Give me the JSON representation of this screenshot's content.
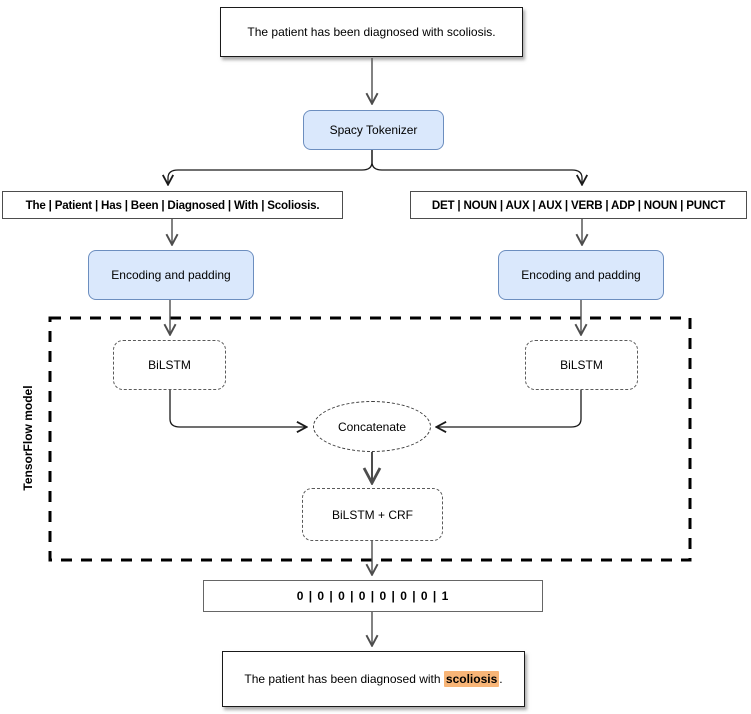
{
  "diagram": {
    "container_label": "TensorFlow model",
    "nodes": {
      "input": {
        "label": "The patient has been diagnosed with scoliosis."
      },
      "tokenizer": {
        "label": "Spacy Tokenizer"
      },
      "tokens": {
        "label": "The | Patient | Has | Been | Diagnosed | With | Scoliosis."
      },
      "pos_tags": {
        "label": "DET | NOUN | AUX | AUX | VERB | ADP | NOUN | PUNCT"
      },
      "encoding_left": {
        "label": "Encoding and padding"
      },
      "encoding_right": {
        "label": "Encoding and padding"
      },
      "bilstm_left": {
        "label": "BiLSTM"
      },
      "bilstm_right": {
        "label": "BiLSTM"
      },
      "concatenate": {
        "label": "Concatenate"
      },
      "bilstm_crf": {
        "label": "BiLSTM + CRF"
      },
      "output_vector": {
        "label": "0 | 0 | 0 | 0 | 0 | 0 | 0 | 1"
      },
      "result": {
        "prefix": "The patient has been diagnosed with ",
        "highlight": "scoliosis",
        "suffix": "."
      }
    },
    "colors": {
      "node_fill": "#dae8fc",
      "node_border": "#6c8ebf",
      "highlight": "#f8b577",
      "connector": "#4d4d4d",
      "model_border": "#000000"
    }
  }
}
